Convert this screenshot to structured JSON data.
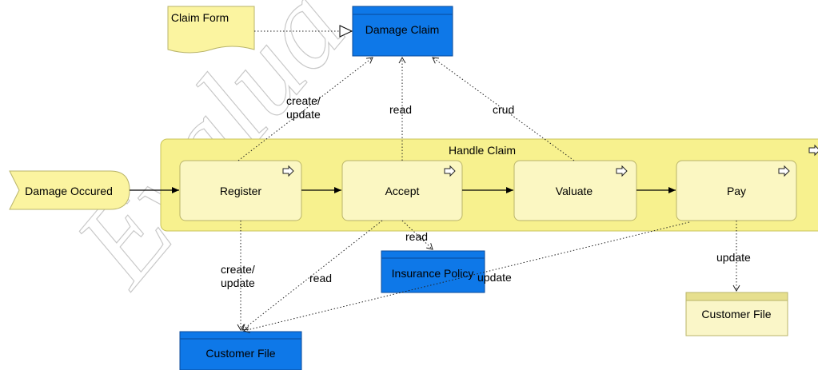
{
  "watermark": "Evaluation",
  "colors": {
    "accent_yellow": "#fbf4a0",
    "container_yellow": "#f7f18e",
    "process_fill": "#fbf7c2",
    "blue_object": "#0e78e8",
    "pale_object": "#faf6c8"
  },
  "nodes": {
    "claim_form": "Claim Form",
    "damage_claim": "Damage Claim",
    "handle_claim": "Handle Claim",
    "damage_occured": "Damage Occured",
    "register": "Register",
    "accept": "Accept",
    "valuate": "Valuate",
    "pay": "Pay",
    "insurance_policy": "Insurance Policy",
    "customer_file_blue": "Customer File",
    "customer_file_yellow": "Customer File"
  },
  "relations": {
    "register_damage_line1": "create/",
    "register_damage_line2": "update",
    "accept_damage": "read",
    "valuate_damage": "crud",
    "accept_policy": "read",
    "register_file_line1": "create/",
    "register_file_line2": "update",
    "accept_file": "read",
    "pay_file_blue": "update",
    "pay_file_yellow": "update"
  },
  "icons": {
    "process": "arrow-right-outline-icon",
    "realization": "hollow-triangle-arrowhead-icon"
  }
}
